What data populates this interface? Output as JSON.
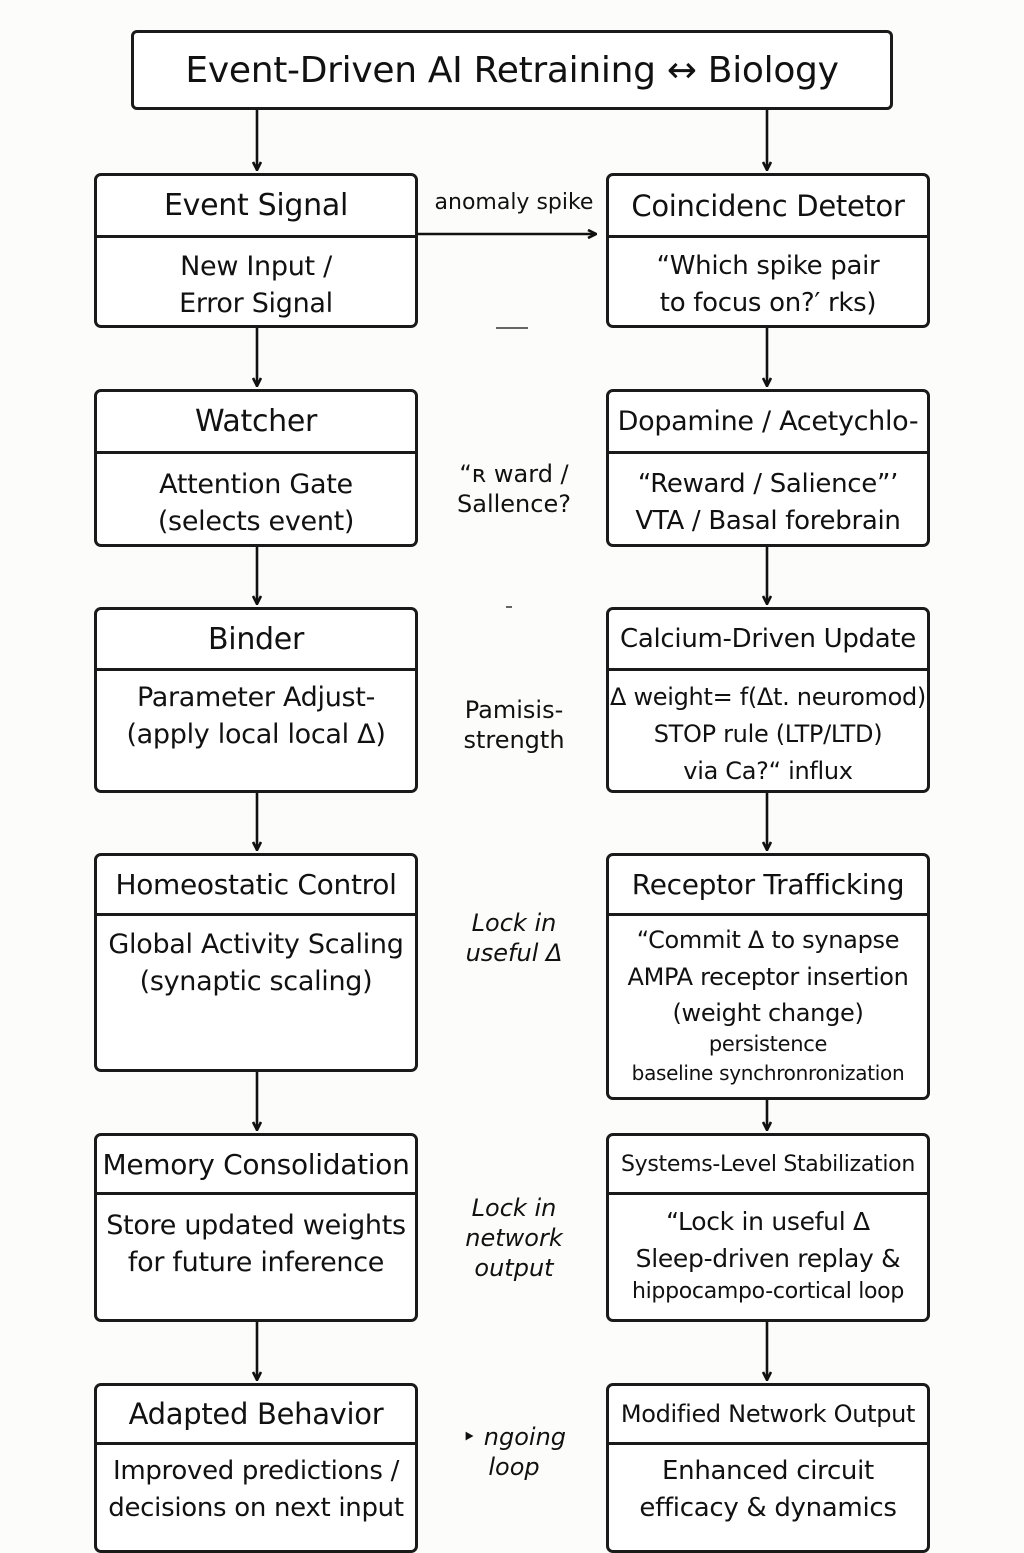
{
  "title": "Event-Driven AI Retraining ↔ Biology",
  "left": [
    {
      "head": "Event Signal",
      "body": [
        "New Input /",
        "Error Signal"
      ]
    },
    {
      "head": "Watcher",
      "body": [
        "Attention Gate",
        "(selects event)"
      ]
    },
    {
      "head": "Binder",
      "body": [
        "Parameter Adjust-",
        "(apply local local Δ)"
      ]
    },
    {
      "head": "Homeostatic Control",
      "body": [
        "Global Activity Scaling",
        "(synaptic scaling)"
      ]
    },
    {
      "head": "Memory Consolidation",
      "body": [
        "Store updated weights",
        "for future inference"
      ]
    },
    {
      "head": "Adapted Behavior",
      "body": [
        "Improved predictions /",
        "decisions on next input"
      ]
    }
  ],
  "right": [
    {
      "head": "Coincidenc Detetor",
      "body": [
        "“Which spike pair",
        "to focus on?′ rks)"
      ]
    },
    {
      "head": "Dopamine / Acetychlo-",
      "body": [
        "“Reward / Salience”’",
        "VTA / Basal forebrain"
      ]
    },
    {
      "head": "Calcium-Driven Update",
      "body": [
        "Δ weight= f(Δt. neuromod)",
        "STOP rule (LTP/LTD)",
        "via Ca?“ influx"
      ]
    },
    {
      "head": "Receptor Trafficking",
      "body": [
        "“Commit Δ to synapse",
        "AMPA receptor insertion",
        "(weight change)"
      ],
      "small": [
        "persistence",
        "baseline synchronronization"
      ]
    },
    {
      "head": "Systems-Level Stabilization",
      "body": [
        "“Lock in useful Δ",
        "Sleep-driven replay &"
      ],
      "small": [
        "hippocampo-cortical loop"
      ]
    },
    {
      "head": "Modified Network Output",
      "body": [
        "Enhanced circuit",
        "efficacy & dynamics"
      ]
    }
  ],
  "middle": [
    {
      "lines": [
        "anomaly spike"
      ]
    },
    {
      "lines": [
        "“ʀ ward /",
        "Sallence?"
      ]
    },
    {
      "lines": [
        "Pamisis-",
        "strength"
      ]
    },
    {
      "lines": [
        "Lock in",
        "useful Δ"
      ]
    },
    {
      "lines": [
        "Lock in",
        "network",
        "output"
      ]
    },
    {
      "lines": [
        "‣ ngoing",
        "loop"
      ]
    }
  ]
}
